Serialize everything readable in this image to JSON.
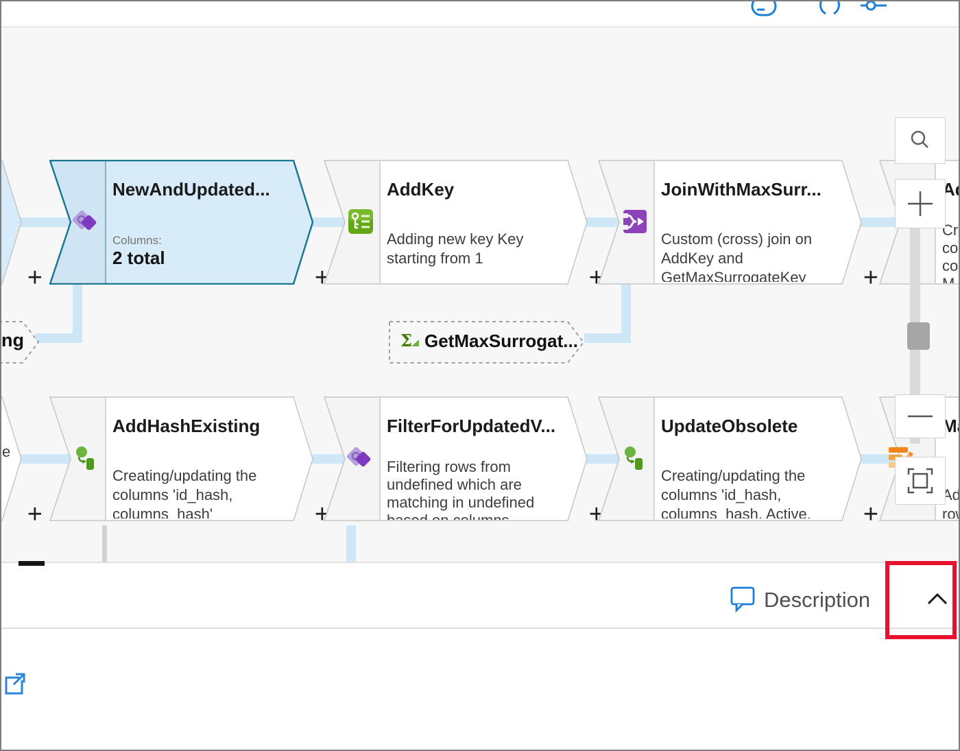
{
  "topbar": {
    "icons": [
      "history-icon",
      "braces-icon",
      "settings-slider-icon"
    ]
  },
  "ui": {
    "plus": "+"
  },
  "nodes": {
    "partial_top_left": {
      "selected": true
    },
    "new_and_updated": {
      "title": "NewAndUpdated...",
      "columns_label": "Columns:",
      "columns_value": "2 total",
      "icon": "exists-icon",
      "selected": true
    },
    "add_key": {
      "title": "AddKey",
      "desc": "Adding new key Key starting from 1",
      "icon": "surrogate-key-icon"
    },
    "join_with_max_surrogate": {
      "title": "JoinWithMaxSurr...",
      "desc": "Custom (cross) join on AddKey and GetMaxSurrogateKey",
      "icon": "join-icon"
    },
    "partial_top_right": {
      "title": "Ad",
      "desc": "Cre\ncol\ncol\nM",
      "icon": "derived-column-icon"
    },
    "get_max_surrogate": {
      "title": "GetMaxSurrogat...",
      "icon": "aggregate-icon"
    },
    "partial_mid_left": {
      "title_fragment": "ng"
    },
    "add_hash_existing": {
      "title": "AddHashExisting",
      "desc": "Creating/updating the columns 'id_hash, columns_hash'",
      "icon": "derived-column-icon"
    },
    "filter_for_updated": {
      "title": "FilterForUpdatedV...",
      "desc": "Filtering rows from undefined which are matching in undefined based on columns",
      "icon": "exists-icon"
    },
    "update_obsolete": {
      "title": "UpdateObsolete",
      "desc": "Creating/updating the columns 'id_hash, columns_hash, Active, ActiveEndTime'",
      "icon": "derived-column-icon"
    },
    "partial_bottom_right": {
      "title": "Ma",
      "desc": "\nAd\nrow",
      "icon": "alter-row-icon"
    },
    "partial_bottom_left": {
      "desc_fragment": "e"
    }
  },
  "controls": {
    "search": "search",
    "zoom_in": "+",
    "zoom_out": "−",
    "fit": "fit-to-screen"
  },
  "bottom_panel": {
    "description_label": "Description"
  },
  "colors": {
    "selected_fill": "#d7ebf8",
    "selected_border": "#1c7795",
    "connector_blue": "#cee7f6",
    "accent_blue": "#1a7fd9",
    "annotation_red": "#e8112d"
  }
}
